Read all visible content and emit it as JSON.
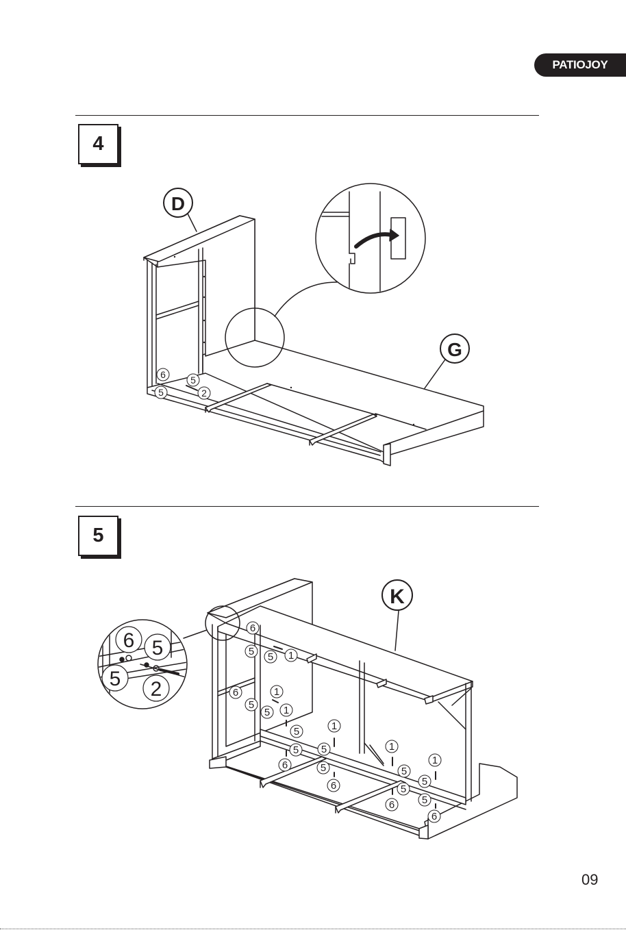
{
  "header": {
    "brand": "PATIOJOY"
  },
  "steps": [
    {
      "number": "4",
      "part_labels": [
        "D",
        "G"
      ],
      "callouts": {
        "a": "6",
        "b": "5",
        "c": "5",
        "d": "2"
      }
    },
    {
      "number": "5",
      "part_labels": [
        "K"
      ],
      "zoom_callouts": {
        "a": "6",
        "b": "5",
        "c": "5",
        "d": "2"
      },
      "callouts": {
        "c1": "6",
        "c2": "5",
        "c3": "5",
        "c4": "1",
        "c5": "6",
        "c6": "5",
        "c7": "1",
        "c8": "5",
        "c9": "1",
        "c10": "5",
        "c11": "5",
        "c12": "6",
        "c13": "5",
        "c14": "1",
        "c15": "5",
        "c16": "6",
        "c17": "1",
        "c18": "5",
        "c19": "5",
        "c20": "6",
        "c21": "1",
        "c22": "5",
        "c23": "5",
        "c24": "6"
      }
    }
  ],
  "footer": {
    "page_number": "09"
  },
  "colors": {
    "ink": "#231f20",
    "paper": "#ffffff"
  }
}
